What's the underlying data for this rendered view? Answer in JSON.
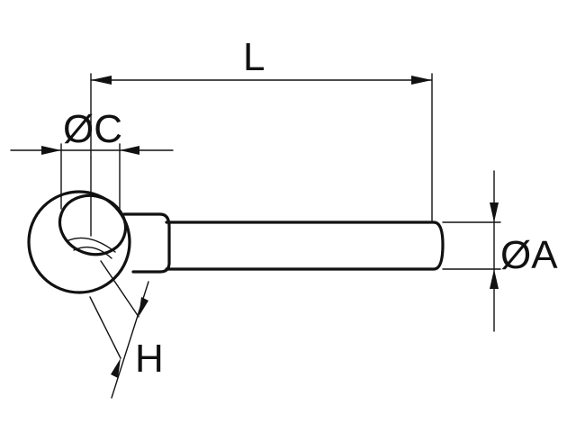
{
  "labels": {
    "length": "L",
    "bore_diameter": "ØC",
    "shaft_diameter": "ØA",
    "thickness": "H"
  },
  "colors": {
    "line": "#111111",
    "background": "#ffffff"
  }
}
